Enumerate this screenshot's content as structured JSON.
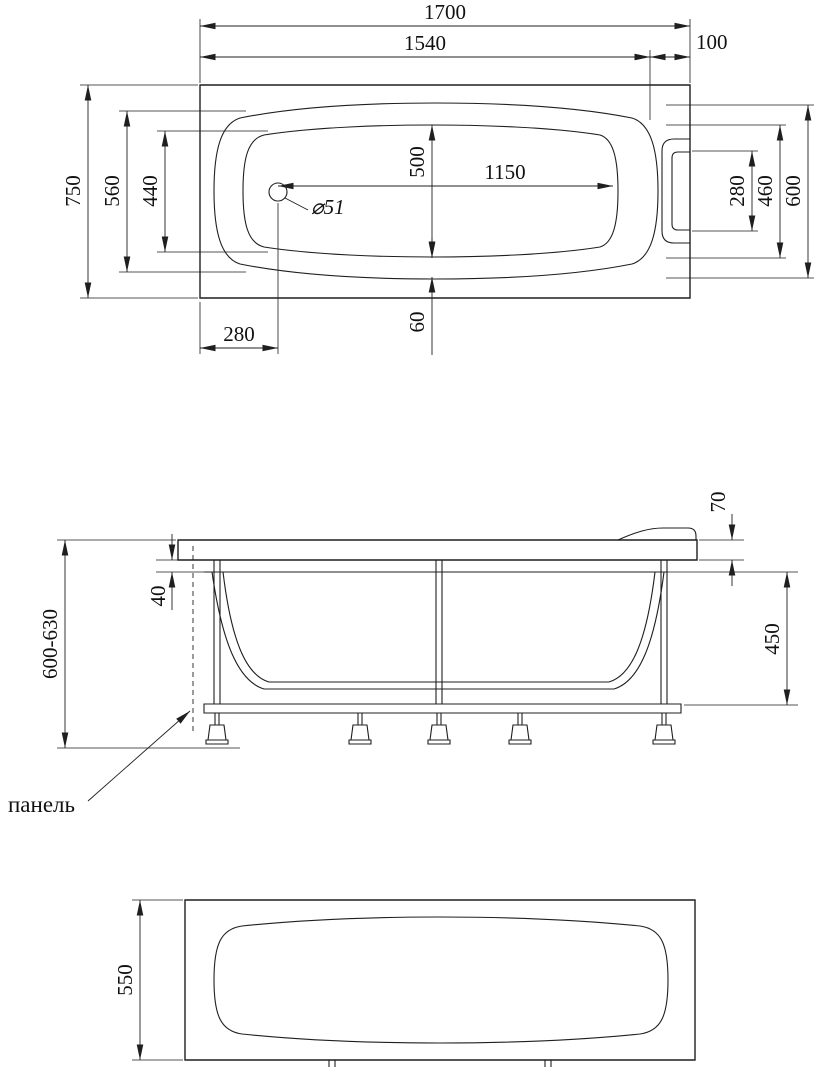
{
  "drawing": {
    "type": "bathtub installation dimensions",
    "top_view": {
      "overall_length": "1700",
      "inner_length": "1540",
      "headrest_ledge": "100",
      "overall_width": "750",
      "rim_width": "560",
      "basin_width": "440",
      "center_width": "500",
      "drain_to_end": "1150",
      "drain_diameter": "⌀51",
      "drain_offset": "280",
      "rim_gap": "60",
      "right_inner": "280",
      "right_middle": "460",
      "right_outer": "600"
    },
    "front_view": {
      "rim_thickness": "70",
      "rim_drop": "40",
      "total_height": "600-630",
      "frame_height": "450",
      "panel_label": "панель"
    },
    "bottom_view": {
      "base_width": "550"
    }
  }
}
